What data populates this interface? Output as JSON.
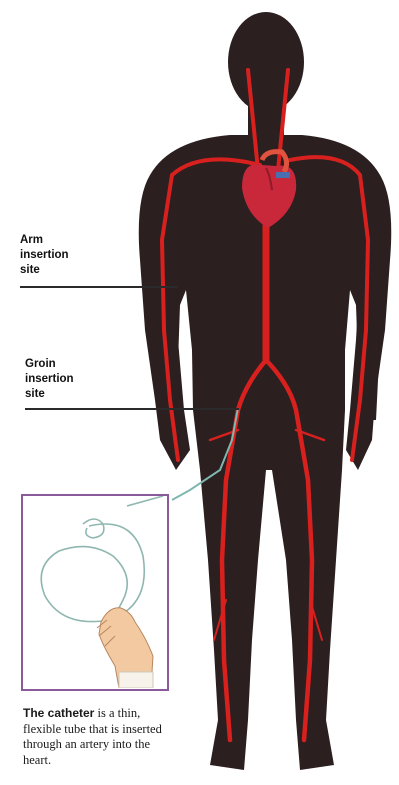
{
  "labels": {
    "arm": [
      "Arm",
      "insertion",
      "site"
    ],
    "groin": [
      "Groin",
      "insertion",
      "site"
    ]
  },
  "caption": {
    "bold": "The catheter",
    "rest": " is a thin, flexible tube that is inserted through an artery into the heart."
  },
  "colors": {
    "body": "#2b1f1f",
    "artery": "#d8211e",
    "heart": "#c8283a",
    "catheter": "#7fb8b0",
    "frame": "#8a5a9a",
    "hand": "#f2c9a0"
  }
}
